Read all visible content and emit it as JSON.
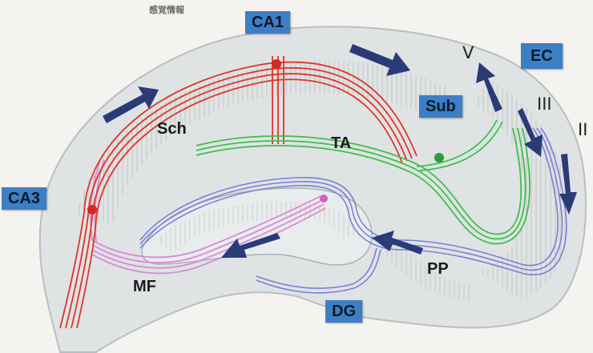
{
  "caption": "感覚情報",
  "regions": {
    "ca1": "CA1",
    "ca3": "CA3",
    "ec": "EC",
    "sub": "Sub",
    "dg": "DG"
  },
  "pathways": {
    "sch": "Sch",
    "ta": "TA",
    "mf": "MF",
    "pp": "PP"
  },
  "layers": {
    "v": "V",
    "iii": "III",
    "ii": "II"
  },
  "colors": {
    "region_box": "#3d7fc4",
    "schaffer": "#e0342c",
    "temporoammonic": "#3fbf4a",
    "mossy_fiber": "#d88ad8",
    "perforant": "#7a7fd6",
    "arrow": "#2a3b78",
    "tissue": "#dfe3e4"
  },
  "icons": [
    "arrow-right-icon",
    "arrow-up-icon",
    "arrow-down-icon",
    "arrow-left-icon"
  ]
}
